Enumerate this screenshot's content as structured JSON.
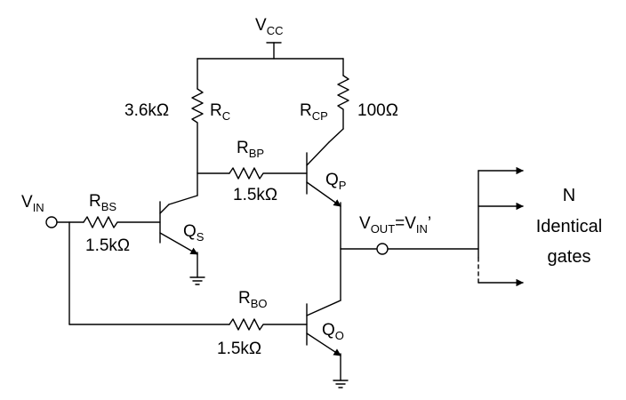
{
  "labels": {
    "vcc": {
      "main": "V",
      "sub": "CC"
    },
    "vin": {
      "main": "V",
      "sub": "IN"
    },
    "rc": {
      "main": "R",
      "sub": "C",
      "value": "3.6kΩ"
    },
    "rcp": {
      "main": "R",
      "sub": "CP",
      "value": "100Ω"
    },
    "rbp": {
      "main": "R",
      "sub": "BP",
      "value": "1.5kΩ"
    },
    "rbs": {
      "main": "R",
      "sub": "BS",
      "value": "1.5kΩ"
    },
    "rbo": {
      "main": "R",
      "sub": "BO",
      "value": "1.5kΩ"
    },
    "qs": {
      "main": "Q",
      "sub": "S"
    },
    "qp": {
      "main": "Q",
      "sub": "P"
    },
    "qo": {
      "main": "Q",
      "sub": "O"
    },
    "vout": {
      "v1": "V",
      "s1": "OUT",
      "eq": "=V",
      "s2": "IN",
      "prime": "’"
    },
    "gates": {
      "line1": "N",
      "line2": "Identical",
      "line3": "gates"
    }
  }
}
